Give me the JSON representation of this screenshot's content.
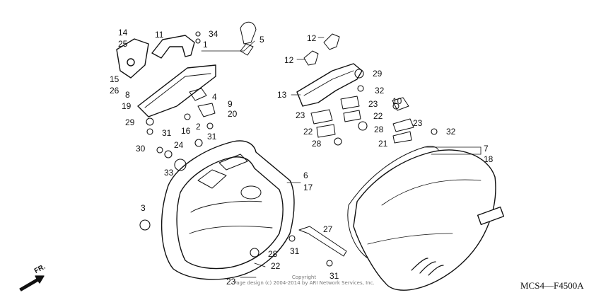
{
  "diagram": {
    "code": "MCS4—F4500A",
    "direction_label": "FR.",
    "copyright": [
      "Copyright",
      "Page design (c) 2004-2014 by ARI Network Services, Inc."
    ],
    "callouts": {
      "c14": "14",
      "c25": "25",
      "c11": "11",
      "c34": "34",
      "c1": "1",
      "c5": "5",
      "c15": "15",
      "c26": "26",
      "c8": "8",
      "c19": "19",
      "c4": "4",
      "c9": "9",
      "c20": "20",
      "c29a": "29",
      "c31a": "31",
      "c16": "16",
      "c2": "2",
      "c31b": "31",
      "c30": "30",
      "c24": "24",
      "c33": "33",
      "c3": "3",
      "c6": "6",
      "c17": "17",
      "c12a": "12",
      "c12b": "12",
      "c13": "13",
      "c29b": "29",
      "c32a": "32",
      "c23a": "23",
      "c23b": "23",
      "c22a": "22",
      "c22b": "22",
      "c28a": "28",
      "c28b": "28",
      "c10": "10",
      "c23c": "23",
      "c21": "21",
      "c32b": "32",
      "c7": "7",
      "c18": "18",
      "c27": "27",
      "c31c": "31",
      "c31d": "31",
      "c28c": "28",
      "c22c": "22",
      "c23d": "23"
    }
  }
}
